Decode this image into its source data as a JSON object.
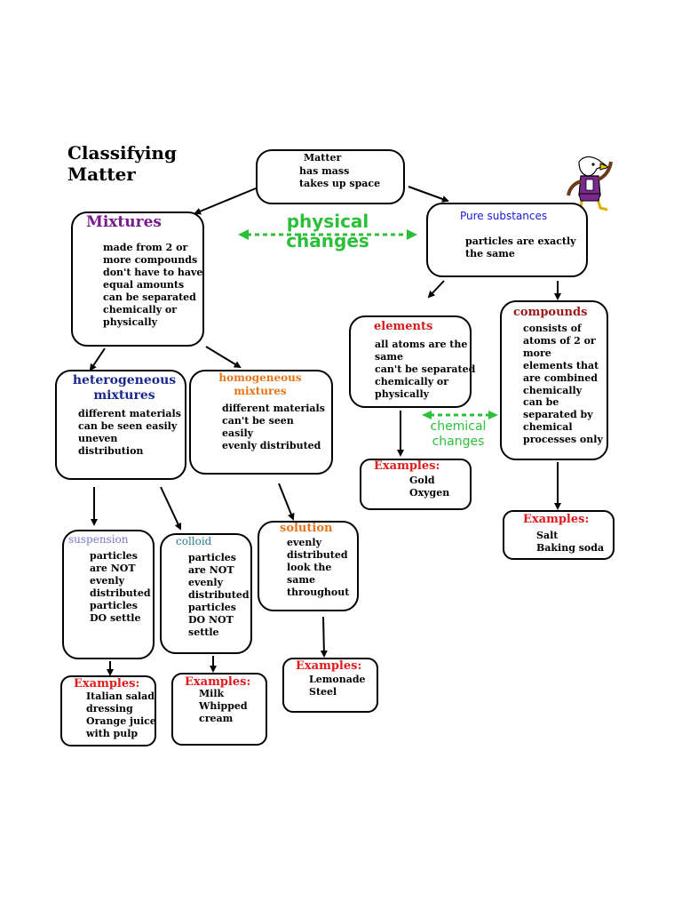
{
  "title": "Classifying\nMatter",
  "colors": {
    "mixtures": "#7a1a8c",
    "pure_substances": "#1a1ad6",
    "heterogeneous": "#1a2a8c",
    "homogeneous": "#e8741a",
    "elements": "#d61a1a",
    "compounds": "#9a1a1a",
    "suspension": "#7a78c8",
    "colloid": "#2a7a8c",
    "solution": "#e8741a",
    "examples": "#e01a1a",
    "changes": "#2bbf3a"
  },
  "matter": {
    "label": "Matter",
    "lines": "has mass\ntakes up space"
  },
  "physical_changes": "physical\nchanges",
  "chemical_changes": "chemical\nchanges",
  "mixtures": {
    "heading": "Mixtures",
    "lines": "made from 2 or\nmore compounds\ndon't have to have\nequal amounts\ncan be separated\nchemically or\nphysically"
  },
  "pure": {
    "heading": "Pure substances",
    "lines": "particles are exactly\nthe same"
  },
  "heterogeneous": {
    "heading": "heterogeneous\nmixtures",
    "lines": "different materials\ncan be seen easily\nuneven\ndistribution"
  },
  "homogeneous": {
    "heading": "homogeneous\nmixtures",
    "lines": "different materials\ncan't be seen\neasily\nevenly distributed"
  },
  "elements": {
    "heading": "elements",
    "lines": "all atoms are the\nsame\ncan't be separated\nchemically or\nphysically"
  },
  "compounds": {
    "heading": "compounds",
    "lines": "consists of\natoms of 2 or\nmore\nelements that\nare combined\nchemically\ncan be\nseparated by\nchemical\nprocesses only"
  },
  "suspension": {
    "heading": "suspension",
    "lines": "particles\nare NOT\nevenly\ndistributed\nparticles\nDO settle"
  },
  "colloid": {
    "heading": "colloid",
    "lines": "particles\nare NOT\nevenly\ndistributed\nparticles\nDO NOT\nsettle"
  },
  "solution": {
    "heading": "solution",
    "lines": "evenly\ndistributed\nlook the\nsame\nthroughout"
  },
  "examples_label": "Examples:",
  "ex_elements": "Gold\nOxygen",
  "ex_compounds": "Salt\nBaking soda",
  "ex_suspension": "Italian salad\ndressing\nOrange juice\nwith pulp",
  "ex_colloid": "Milk\nWhipped\ncream",
  "ex_solution": "Lemonade\nSteel",
  "mascot": "eagle-mascot"
}
